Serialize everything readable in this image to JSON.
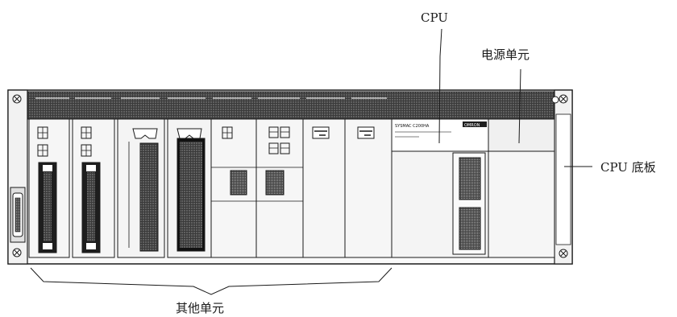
{
  "labels": {
    "cpu": "CPU",
    "power_unit": "电源单元",
    "cpu_backplane": "CPU 底板",
    "other_units": "其他单元"
  },
  "cpu_panel": {
    "model_text": "SYSMAC C200HA",
    "brand_text": "OMRON"
  },
  "colors": {
    "line": "#1a1a1a",
    "top_strip": "#2a2a2a",
    "dark_module": "#1e1e1e",
    "panel": "#f4f4f4"
  },
  "icons": [
    "screw-icon",
    "connector-port-icon"
  ]
}
